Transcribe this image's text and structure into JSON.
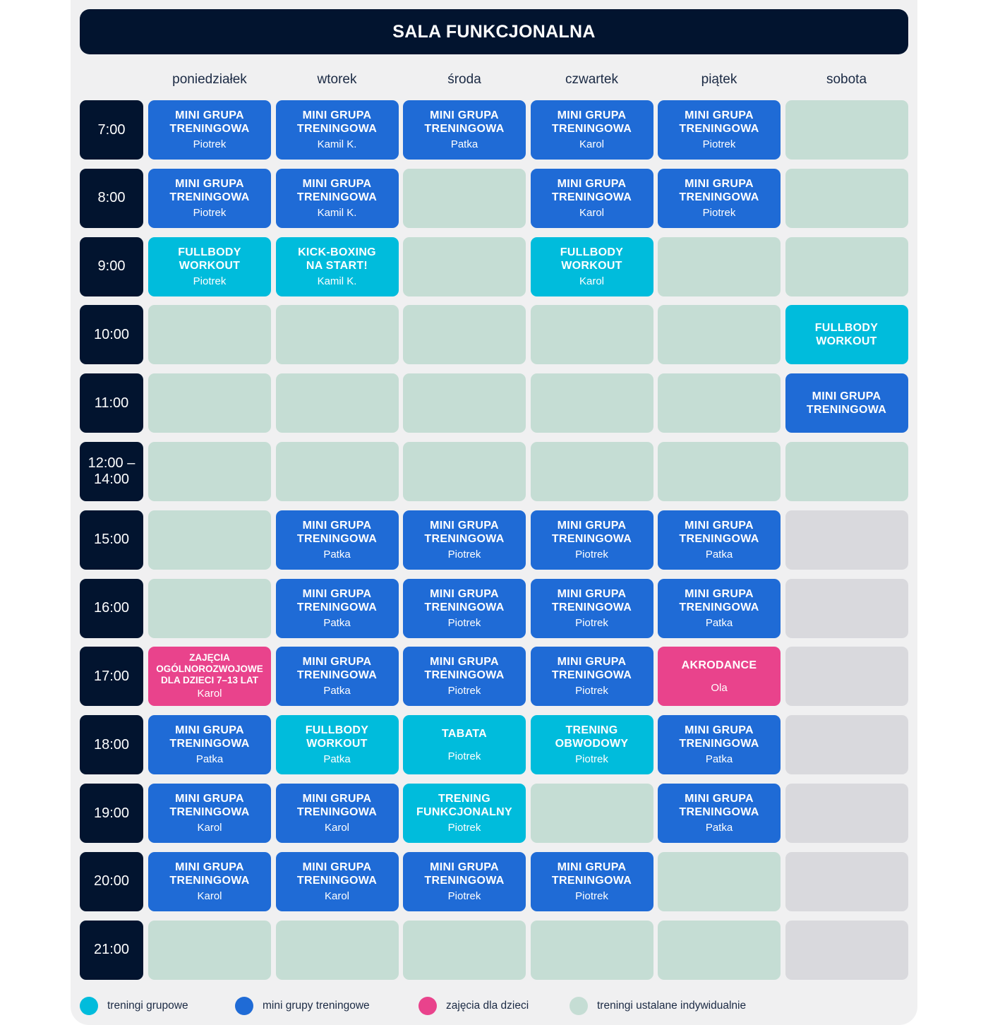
{
  "title": "SALA FUNKCJONALNA",
  "days": [
    "poniedziałek",
    "wtorek",
    "środa",
    "czwartek",
    "piątek",
    "sobota"
  ],
  "colors": {
    "mini": "#1f6bd6",
    "group": "#00bcdc",
    "kids": "#e9438c",
    "individual": "#c5ddd4",
    "closed": "#d9d9dd",
    "time_bg": "#02142f"
  },
  "legend": [
    {
      "label": "treningi grupowe",
      "type": "group"
    },
    {
      "label": "mini grupy treningowe",
      "type": "mini"
    },
    {
      "label": "zajęcia dla dzieci",
      "type": "kids"
    },
    {
      "label": "treningi ustalane indywidualnie",
      "type": "individual"
    }
  ],
  "rows": [
    {
      "time": "7:00",
      "slots": [
        {
          "type": "mini",
          "title": "MINI GRUPA\nTRENINGOWA",
          "trainer": "Piotrek"
        },
        {
          "type": "mini",
          "title": "MINI GRUPA\nTRENINGOWA",
          "trainer": "Kamil K."
        },
        {
          "type": "mini",
          "title": "MINI GRUPA\nTRENINGOWA",
          "trainer": "Patka"
        },
        {
          "type": "mini",
          "title": "MINI GRUPA\nTRENINGOWA",
          "trainer": "Karol"
        },
        {
          "type": "mini",
          "title": "MINI GRUPA\nTRENINGOWA",
          "trainer": "Piotrek"
        },
        {
          "type": "individual"
        }
      ]
    },
    {
      "time": "8:00",
      "slots": [
        {
          "type": "mini",
          "title": "MINI GRUPA\nTRENINGOWA",
          "trainer": "Piotrek"
        },
        {
          "type": "mini",
          "title": "MINI GRUPA\nTRENINGOWA",
          "trainer": "Kamil K."
        },
        {
          "type": "individual"
        },
        {
          "type": "mini",
          "title": "MINI GRUPA\nTRENINGOWA",
          "trainer": "Karol"
        },
        {
          "type": "mini",
          "title": "MINI GRUPA\nTRENINGOWA",
          "trainer": "Piotrek"
        },
        {
          "type": "individual"
        }
      ]
    },
    {
      "time": "9:00",
      "slots": [
        {
          "type": "group",
          "title": "FULLBODY\nWORKOUT",
          "trainer": "Piotrek"
        },
        {
          "type": "group",
          "title": "KICK-BOXING\nNA START!",
          "trainer": "Kamil K."
        },
        {
          "type": "individual"
        },
        {
          "type": "group",
          "title": "FULLBODY\nWORKOUT",
          "trainer": "Karol"
        },
        {
          "type": "individual"
        },
        {
          "type": "individual"
        }
      ]
    },
    {
      "time": "10:00",
      "slots": [
        {
          "type": "individual"
        },
        {
          "type": "individual"
        },
        {
          "type": "individual"
        },
        {
          "type": "individual"
        },
        {
          "type": "individual"
        },
        {
          "type": "group",
          "title": "FULLBODY\nWORKOUT"
        }
      ]
    },
    {
      "time": "11:00",
      "slots": [
        {
          "type": "individual"
        },
        {
          "type": "individual"
        },
        {
          "type": "individual"
        },
        {
          "type": "individual"
        },
        {
          "type": "individual"
        },
        {
          "type": "mini",
          "title": "MINI GRUPA\nTRENINGOWA"
        }
      ]
    },
    {
      "time": "12:00 –\n14:00",
      "slots": [
        {
          "type": "individual"
        },
        {
          "type": "individual"
        },
        {
          "type": "individual"
        },
        {
          "type": "individual"
        },
        {
          "type": "individual"
        },
        {
          "type": "individual"
        }
      ]
    },
    {
      "time": "15:00",
      "slots": [
        {
          "type": "individual"
        },
        {
          "type": "mini",
          "title": "MINI GRUPA\nTRENINGOWA",
          "trainer": "Patka"
        },
        {
          "type": "mini",
          "title": "MINI GRUPA\nTRENINGOWA",
          "trainer": "Piotrek"
        },
        {
          "type": "mini",
          "title": "MINI GRUPA\nTRENINGOWA",
          "trainer": "Piotrek"
        },
        {
          "type": "mini",
          "title": "MINI GRUPA\nTRENINGOWA",
          "trainer": "Patka"
        },
        {
          "type": "closed"
        }
      ]
    },
    {
      "time": "16:00",
      "slots": [
        {
          "type": "individual"
        },
        {
          "type": "mini",
          "title": "MINI GRUPA\nTRENINGOWA",
          "trainer": "Patka"
        },
        {
          "type": "mini",
          "title": "MINI GRUPA\nTRENINGOWA",
          "trainer": "Piotrek"
        },
        {
          "type": "mini",
          "title": "MINI GRUPA\nTRENINGOWA",
          "trainer": "Piotrek"
        },
        {
          "type": "mini",
          "title": "MINI GRUPA\nTRENINGOWA",
          "trainer": "Patka"
        },
        {
          "type": "closed"
        }
      ]
    },
    {
      "time": "17:00",
      "slots": [
        {
          "type": "kids",
          "title": "ZAJĘCIA\nOGÓLNOROZWOJOWE\nDLA DZIECI  7–13 LAT",
          "trainer": "Karol",
          "small": true
        },
        {
          "type": "mini",
          "title": "MINI GRUPA\nTRENINGOWA",
          "trainer": "Patka"
        },
        {
          "type": "mini",
          "title": "MINI GRUPA\nTRENINGOWA",
          "trainer": "Piotrek"
        },
        {
          "type": "mini",
          "title": "MINI GRUPA\nTRENINGOWA",
          "trainer": "Piotrek"
        },
        {
          "type": "kids",
          "title": "AKRODANCE",
          "trainer": "Ola",
          "spaced": true
        },
        {
          "type": "closed"
        }
      ]
    },
    {
      "time": "18:00",
      "slots": [
        {
          "type": "mini",
          "title": "MINI GRUPA\nTRENINGOWA",
          "trainer": "Patka"
        },
        {
          "type": "group",
          "title": "FULLBODY\nWORKOUT",
          "trainer": "Patka"
        },
        {
          "type": "group",
          "title": "TABATA",
          "trainer": "Piotrek",
          "spaced": true
        },
        {
          "type": "group",
          "title": "TRENING\nOBWODOWY",
          "trainer": "Piotrek"
        },
        {
          "type": "mini",
          "title": "MINI GRUPA\nTRENINGOWA",
          "trainer": "Patka"
        },
        {
          "type": "closed"
        }
      ]
    },
    {
      "time": "19:00",
      "slots": [
        {
          "type": "mini",
          "title": "MINI GRUPA\nTRENINGOWA",
          "trainer": "Karol"
        },
        {
          "type": "mini",
          "title": "MINI GRUPA\nTRENINGOWA",
          "trainer": "Karol"
        },
        {
          "type": "group",
          "title": "TRENING\nFUNKCJONALNY",
          "trainer": "Piotrek"
        },
        {
          "type": "individual"
        },
        {
          "type": "mini",
          "title": "MINI GRUPA\nTRENINGOWA",
          "trainer": "Patka"
        },
        {
          "type": "closed"
        }
      ]
    },
    {
      "time": "20:00",
      "slots": [
        {
          "type": "mini",
          "title": "MINI GRUPA\nTRENINGOWA",
          "trainer": "Karol"
        },
        {
          "type": "mini",
          "title": "MINI GRUPA\nTRENINGOWA",
          "trainer": "Karol"
        },
        {
          "type": "mini",
          "title": "MINI GRUPA\nTRENINGOWA",
          "trainer": "Piotrek"
        },
        {
          "type": "mini",
          "title": "MINI GRUPA\nTRENINGOWA",
          "trainer": "Piotrek"
        },
        {
          "type": "individual"
        },
        {
          "type": "closed"
        }
      ]
    },
    {
      "time": "21:00",
      "slots": [
        {
          "type": "individual"
        },
        {
          "type": "individual"
        },
        {
          "type": "individual"
        },
        {
          "type": "individual"
        },
        {
          "type": "individual"
        },
        {
          "type": "closed"
        }
      ]
    }
  ]
}
